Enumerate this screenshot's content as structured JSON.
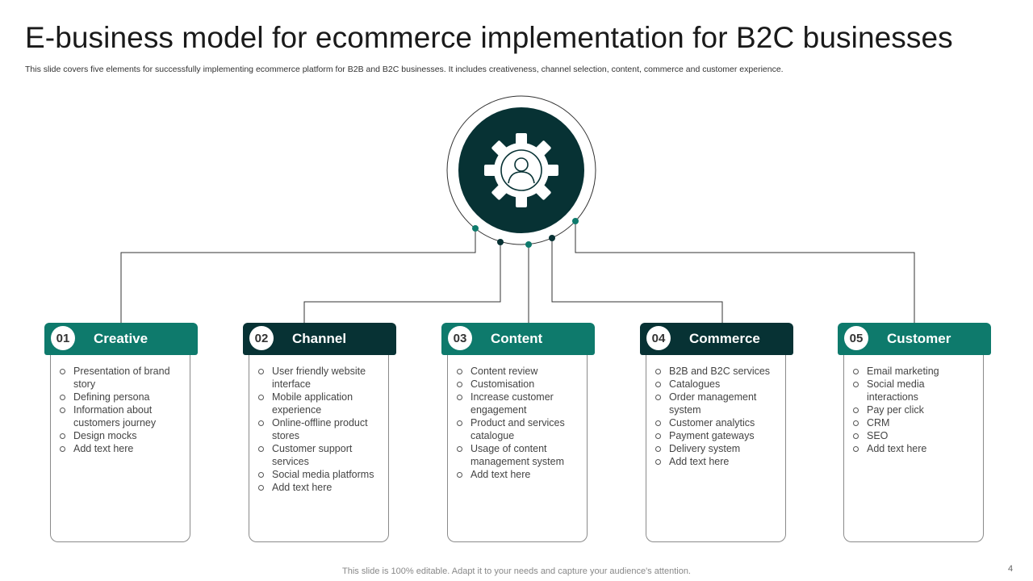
{
  "title": "E-business model for ecommerce implementation  for B2C businesses",
  "subtitle": "This slide covers five elements for successfully implementing ecommerce platform for B2B and B2C businesses. It includes creativeness, channel selection, content, commerce and customer experience.",
  "center_icon": "gear-with-user-icon",
  "colors": {
    "teal": "#0e7a6c",
    "dark": "#073234"
  },
  "columns": [
    {
      "num": "01",
      "label": "Creative",
      "style": "teal",
      "items": [
        "Presentation of  brand story",
        "Defining persona",
        "Information  about customers journey",
        "Design mocks",
        "Add text here"
      ]
    },
    {
      "num": "02",
      "label": "Channel",
      "style": "dark",
      "items": [
        "User friendly website interface",
        "Mobile application experience",
        "Online-offline  product stores",
        "Customer support services",
        "Social media platforms",
        "Add text here"
      ]
    },
    {
      "num": "03",
      "label": "Content",
      "style": "teal",
      "items": [
        "Content review",
        "Customisation",
        "Increase customer engagement",
        "Product and services catalogue",
        "Usage of content management system",
        "Add text here"
      ]
    },
    {
      "num": "04",
      "label": "Commerce",
      "style": "dark",
      "items": [
        "B2B and B2C services",
        "Catalogues",
        "Order management system",
        "Customer analytics",
        "Payment gateways",
        "Delivery system",
        "Add text here"
      ]
    },
    {
      "num": "05",
      "label": "Customer",
      "style": "teal",
      "items": [
        "Email marketing",
        "Social media interactions",
        "Pay per click",
        "CRM",
        "SEO",
        "Add text here"
      ]
    }
  ],
  "footer": "This slide is 100% editable. Adapt it to your needs and capture your audience's attention.",
  "page_number": "4"
}
